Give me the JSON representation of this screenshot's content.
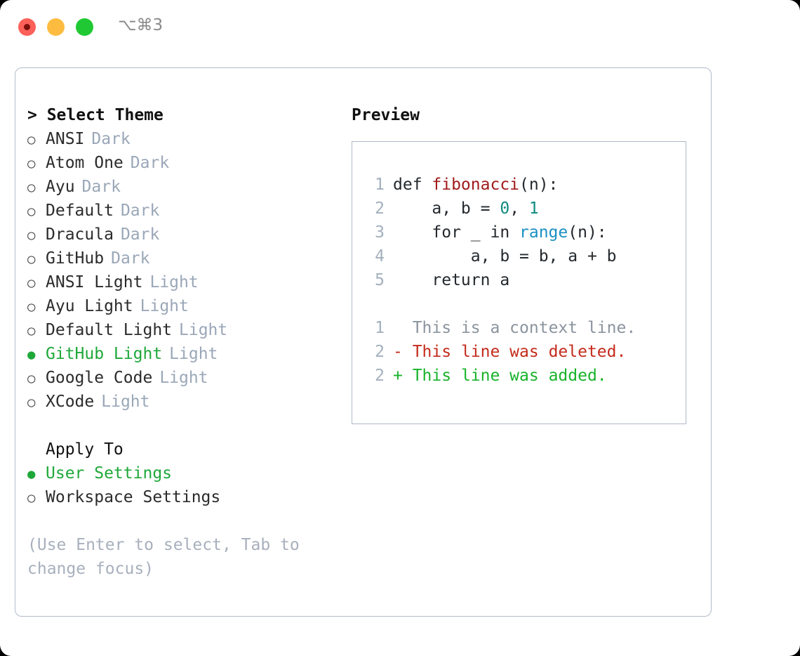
{
  "titlebar": {
    "shortcut": "⌥⌘3",
    "buttons": [
      {
        "name": "close-button",
        "color": "#fc6058",
        "recording": true
      },
      {
        "name": "minimize-button",
        "color": "#fdbc40",
        "recording": false
      },
      {
        "name": "maximize-button",
        "color": "#20c933",
        "recording": false
      }
    ]
  },
  "theme_picker": {
    "header": "> Select Theme",
    "bullet_selected": "●",
    "bullet_unselected": "○",
    "items": [
      {
        "label": "ANSI",
        "kind": "Dark",
        "selected": false
      },
      {
        "label": "Atom One",
        "kind": "Dark",
        "selected": false
      },
      {
        "label": "Ayu",
        "kind": "Dark",
        "selected": false
      },
      {
        "label": "Default",
        "kind": "Dark",
        "selected": false
      },
      {
        "label": "Dracula",
        "kind": "Dark",
        "selected": false
      },
      {
        "label": "GitHub",
        "kind": "Dark",
        "selected": false
      },
      {
        "label": "ANSI Light",
        "kind": "Light",
        "selected": false
      },
      {
        "label": "Ayu Light",
        "kind": "Light",
        "selected": false
      },
      {
        "label": "Default Light",
        "kind": "Light",
        "selected": false
      },
      {
        "label": "GitHub Light",
        "kind": "Light",
        "selected": true
      },
      {
        "label": "Google Code",
        "kind": "Light",
        "selected": false
      },
      {
        "label": "XCode",
        "kind": "Light",
        "selected": false
      }
    ]
  },
  "apply_to": {
    "header": "Apply To",
    "items": [
      {
        "label": "User Settings",
        "selected": true
      },
      {
        "label": "Workspace Settings",
        "selected": false
      }
    ]
  },
  "hint": "(Use Enter to select, Tab to change focus)",
  "preview": {
    "header": "Preview",
    "code_lines": [
      {
        "num": "1",
        "parts": [
          {
            "t": "def ",
            "c": "code-text"
          },
          {
            "t": "fibonacci",
            "c": "tok-fn"
          },
          {
            "t": "(n):",
            "c": "code-text"
          }
        ]
      },
      {
        "num": "2",
        "parts": [
          {
            "t": "    a, b = ",
            "c": "code-text"
          },
          {
            "t": "0",
            "c": "tok-num"
          },
          {
            "t": ", ",
            "c": "code-text"
          },
          {
            "t": "1",
            "c": "tok-num"
          }
        ]
      },
      {
        "num": "3",
        "parts": [
          {
            "t": "    for _ in ",
            "c": "code-text"
          },
          {
            "t": "range",
            "c": "tok-call"
          },
          {
            "t": "(n):",
            "c": "code-text"
          }
        ]
      },
      {
        "num": "4",
        "parts": [
          {
            "t": "        a, b = b, a + b",
            "c": "code-text"
          }
        ]
      },
      {
        "num": "5",
        "parts": [
          {
            "t": "    return a",
            "c": "code-text"
          }
        ]
      }
    ],
    "diff_lines": [
      {
        "num": "1",
        "marker": "  ",
        "text": "This is a context line.",
        "cls": "diff-ctx"
      },
      {
        "num": "2",
        "marker": "- ",
        "text": "This line was deleted.",
        "cls": "diff-del"
      },
      {
        "num": "2",
        "marker": "+ ",
        "text": "This line was added.",
        "cls": "diff-add"
      }
    ]
  },
  "colors": {
    "accent_green": "#1fa83a",
    "diff_add": "#18b32a",
    "diff_del": "#c42b1c",
    "diff_ctx": "#8b949e",
    "muted": "#9aa7b8",
    "border": "#b3bcca",
    "fn_name": "#a01b1b",
    "number": "#0f8a7e",
    "call": "#1a8fc4"
  }
}
